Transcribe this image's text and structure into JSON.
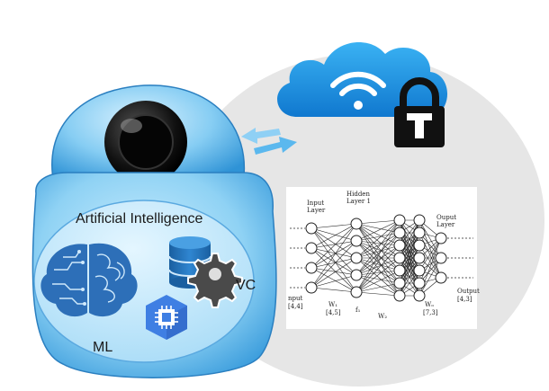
{
  "texts": {
    "ai_title": "Artificial Intelligence",
    "ml_label": "ML",
    "vc_label": "VC"
  },
  "neural_network": {
    "input_layer_line1": "Input",
    "input_layer_line2": "Layer",
    "hidden_layer_line1": "Hidden",
    "hidden_layer_line2": "Layer 1",
    "output_layer_line1": "Ouput",
    "output_layer_line2": "Layer",
    "input_label": "nput",
    "input_dim": "[4,4]",
    "w1_label": "W₁",
    "w1_dim": "[4,5]",
    "f1_label": "f₁",
    "w2_label": "W₂",
    "wo_label": "Wₒ",
    "wo_dim": "[7,3]",
    "output_label": "Output",
    "output_dim": "[4,3]",
    "layer_sizes": [
      4,
      5,
      7,
      7,
      3
    ]
  },
  "icons": [
    "webcam-icon",
    "cloud-icon",
    "wifi-icon",
    "lock-icon",
    "brain-icon",
    "database-icon",
    "gear-icon",
    "processor-icon",
    "transfer-arrows-icon"
  ],
  "colors": {
    "robot_light": "#b8e2fb",
    "robot_mid": "#6cc0ef",
    "robot_dark": "#2a8fd3",
    "cloud": "#2196e6",
    "brain": "#2d6fb8",
    "database": "#1f6fb5",
    "gear": "#4a4a4a",
    "hexagon": "#3f7fe3",
    "background_blob": "#e6e6e6"
  }
}
